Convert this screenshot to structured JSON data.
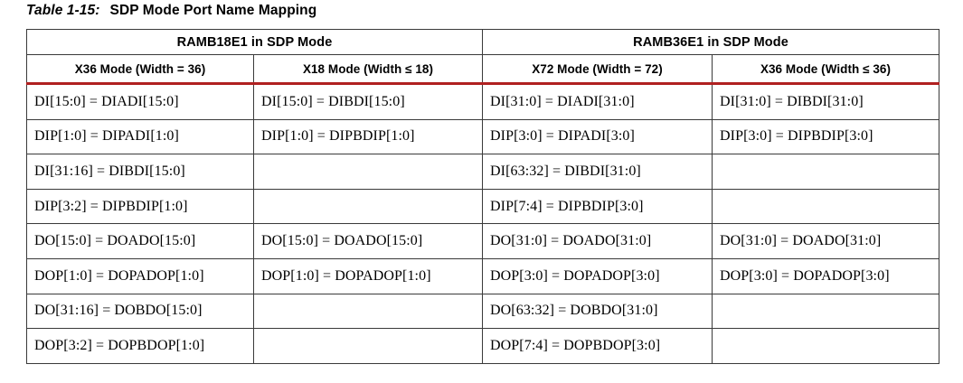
{
  "caption": {
    "label": "Table 1-15:",
    "title": "SDP Mode Port Name Mapping"
  },
  "colors": {
    "accent_rule": "#b02020",
    "border": "#3a3a3a",
    "text": "#000000",
    "background": "#ffffff"
  },
  "table": {
    "group_headers": [
      {
        "label": "RAMB18E1 in SDP Mode",
        "span": 2
      },
      {
        "label": "RAMB36E1 in SDP Mode",
        "span": 2
      }
    ],
    "column_headers": [
      "X36 Mode (Width = 36)",
      "X18 Mode (Width ≤  18)",
      "X72 Mode (Width = 72)",
      "X36 Mode (Width ≤  36)"
    ],
    "rows": [
      [
        "DI[15:0] = DIADI[15:0]",
        "DI[15:0] = DIBDI[15:0]",
        "DI[31:0] = DIADI[31:0]",
        "DI[31:0] = DIBDI[31:0]"
      ],
      [
        "DIP[1:0] = DIPADI[1:0]",
        "DIP[1:0] = DIPBDIP[1:0]",
        "DIP[3:0] = DIPADI[3:0]",
        "DIP[3:0] = DIPBDIP[3:0]"
      ],
      [
        "DI[31:16] = DIBDI[15:0]",
        "",
        "DI[63:32] = DIBDI[31:0]",
        ""
      ],
      [
        "DIP[3:2] = DIPBDIP[1:0]",
        "",
        "DIP[7:4] = DIPBDIP[3:0]",
        ""
      ],
      [
        "DO[15:0] = DOADO[15:0]",
        "DO[15:0] = DOADO[15:0]",
        "DO[31:0] = DOADO[31:0]",
        "DO[31:0] = DOADO[31:0]"
      ],
      [
        "DOP[1:0] = DOPADOP[1:0]",
        "DOP[1:0] = DOPADOP[1:0]",
        "DOP[3:0] = DOPADOP[3:0]",
        "DOP[3:0] = DOPADOP[3:0]"
      ],
      [
        "DO[31:16] = DOBDO[15:0]",
        "",
        "DO[63:32] = DOBDO[31:0]",
        ""
      ],
      [
        "DOP[3:2] = DOPBDOP[1:0]",
        "",
        "DOP[7:4] = DOPBDOP[3:0]",
        ""
      ]
    ]
  }
}
